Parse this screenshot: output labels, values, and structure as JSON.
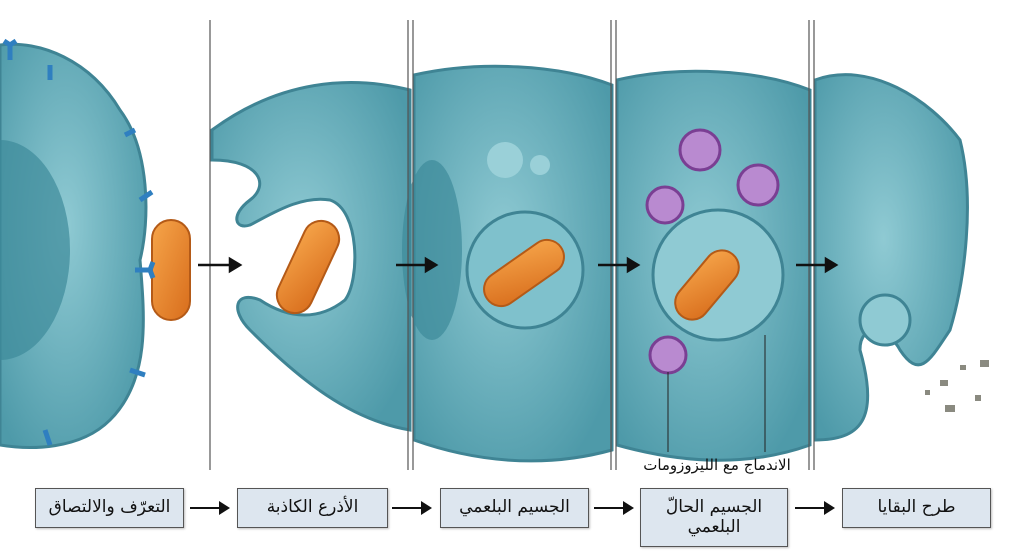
{
  "stages": [
    {
      "label": "التعرّف والالتصاق"
    },
    {
      "label": "الأذرع الكاذبة"
    },
    {
      "label": "الجسيم البلعمي"
    },
    {
      "label": "الجسيم الحالّ البلعمي"
    },
    {
      "label": "طرح البقايا"
    }
  ],
  "annotation": {
    "fusion": "الاندماج مع الليزوزومات"
  },
  "colors": {
    "cell": "#5fa8b5",
    "cell_edge": "#3f8494",
    "nucleus": "#3d8a9a",
    "bacterium": "#e8862e",
    "lysosome": "#9a5fb0",
    "box": "#dde6ef"
  }
}
